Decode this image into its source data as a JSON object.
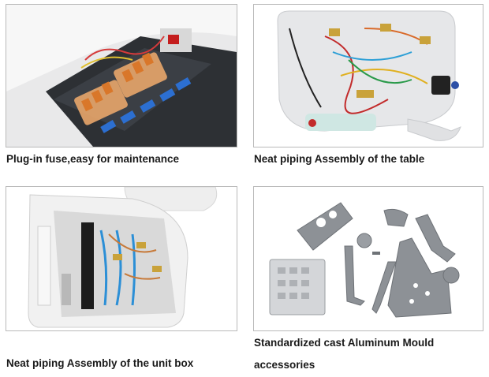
{
  "panels": [
    {
      "caption": "Plug-in fuse,easy for maintenance",
      "image_icon": "fuse-box-photo"
    },
    {
      "caption": "Neat piping Assembly of the table",
      "image_icon": "table-piping-photo"
    },
    {
      "caption": "Neat piping Assembly of the unit box",
      "image_icon": "unit-box-photo"
    },
    {
      "caption_line1": "Standardized cast Aluminum Mould",
      "caption_line2": "accessories",
      "image_icon": "aluminum-parts-photo"
    }
  ],
  "colors": {
    "border": "#b9b9b9",
    "text": "#1a1a1a"
  }
}
